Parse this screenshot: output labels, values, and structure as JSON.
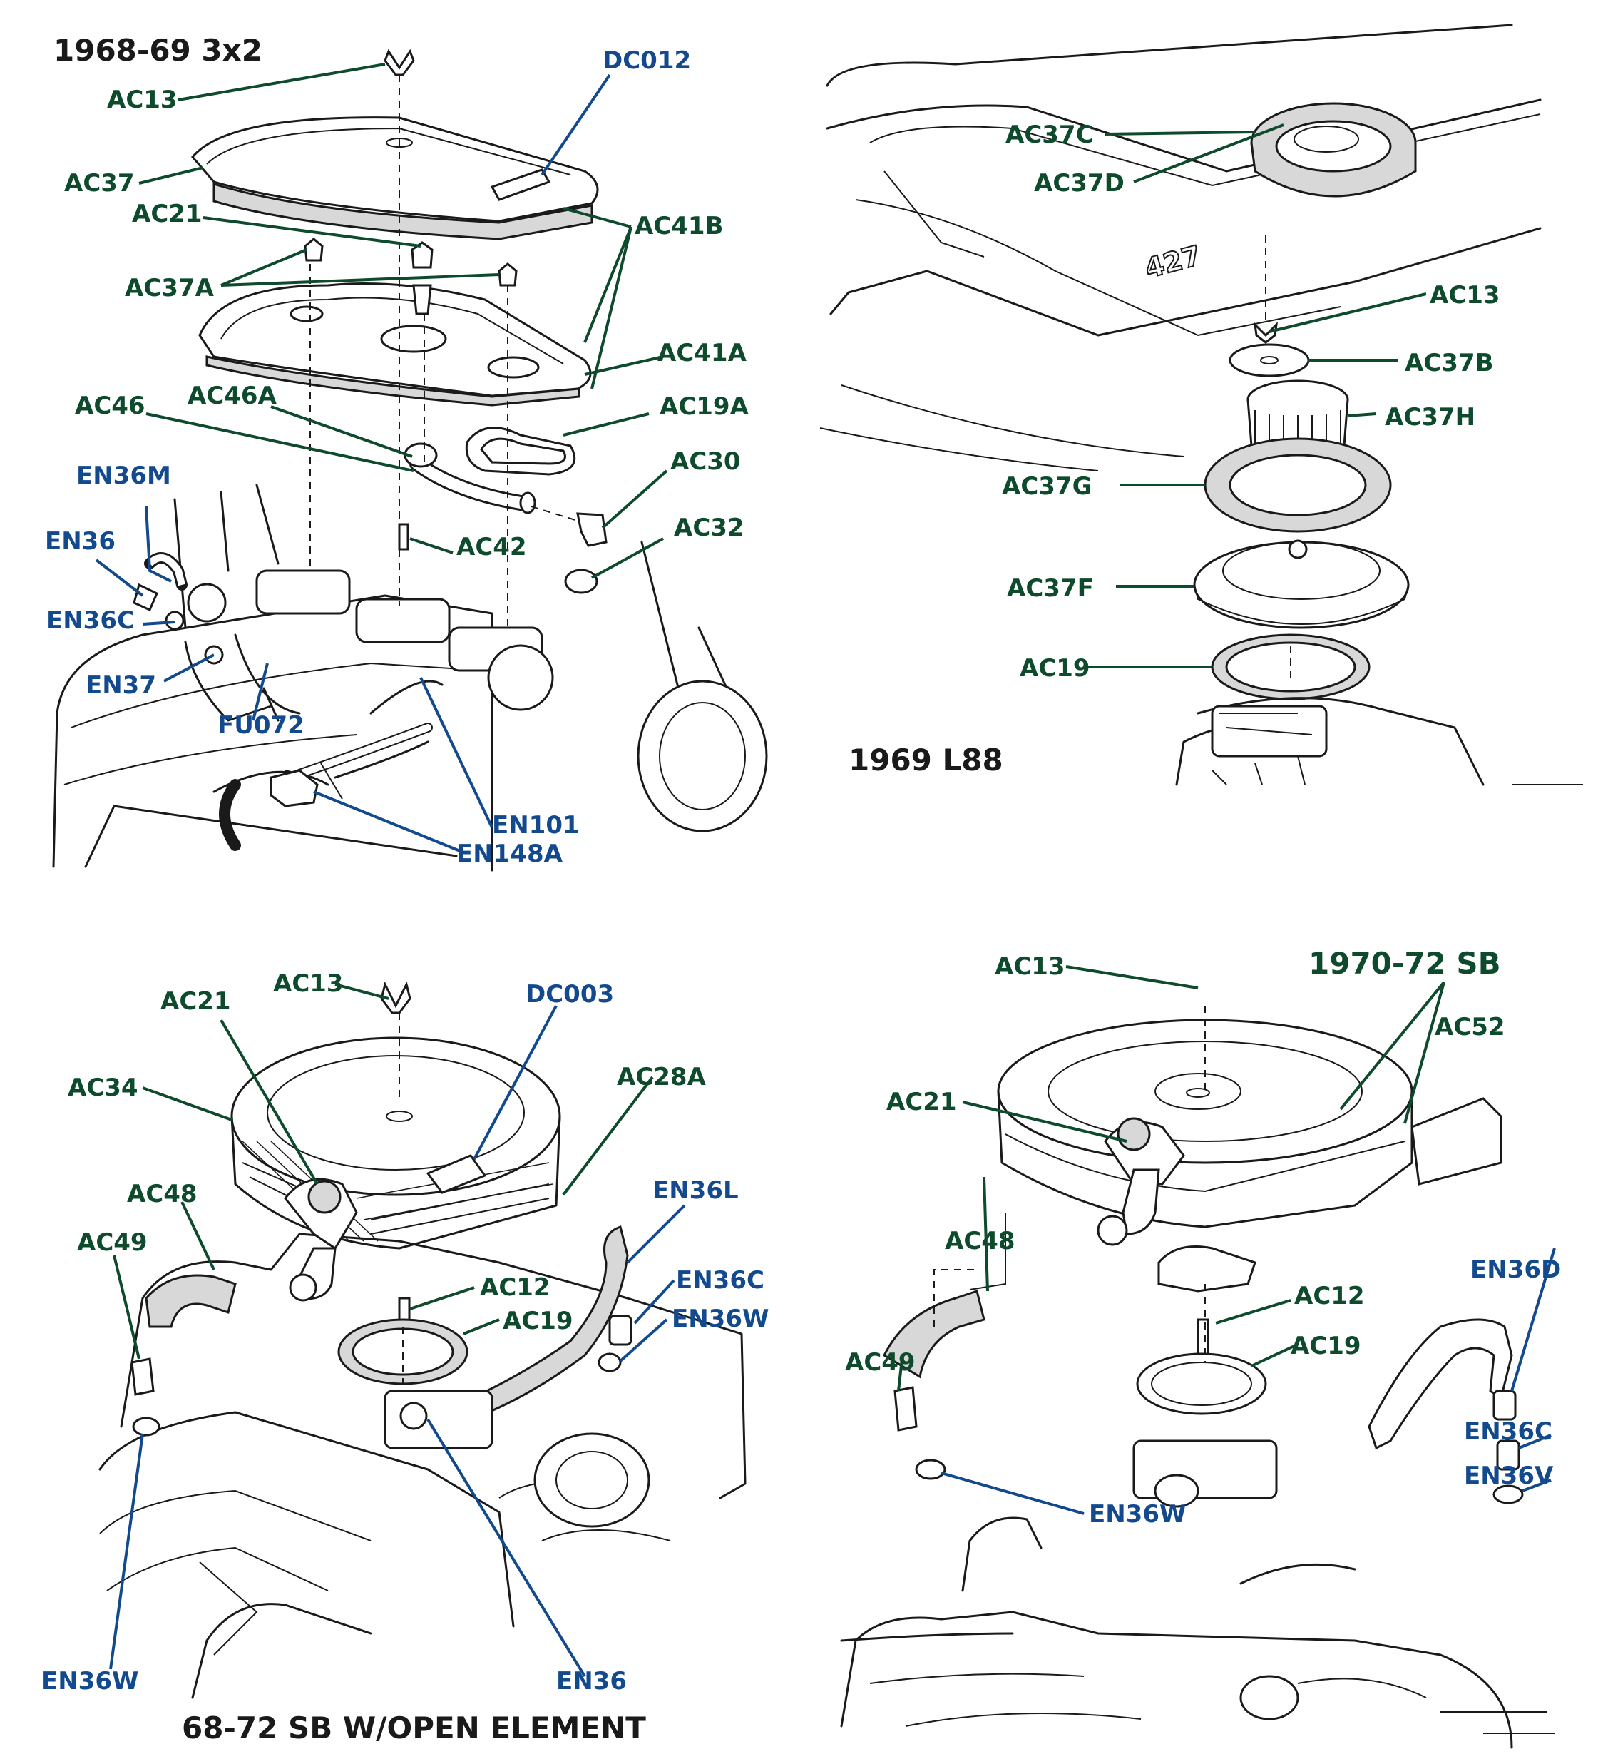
{
  "colors": {
    "part_green": "#0e4a2c",
    "part_blue": "#134a8e",
    "ink": "#1a1a1a"
  },
  "panels": {
    "tl": {
      "title": "1968-69 3x2",
      "labels": {
        "AC13": "AC13",
        "DC012": "DC012",
        "AC37": "AC37",
        "AC21": "AC21",
        "AC41B": "AC41B",
        "AC37A": "AC37A",
        "AC41A": "AC41A",
        "AC46": "AC46",
        "AC46A": "AC46A",
        "AC19A": "AC19A",
        "EN36M": "EN36M",
        "AC30": "AC30",
        "EN36": "EN36",
        "AC42": "AC42",
        "AC32": "AC32",
        "EN36C": "EN36C",
        "EN37": "EN37",
        "FU072": "FU072",
        "EN101": "EN101",
        "EN148A": "EN148A"
      }
    },
    "tr": {
      "title": "1969 L88",
      "labels": {
        "AC37C": "AC37C",
        "AC37D": "AC37D",
        "AC13": "AC13",
        "AC37B": "AC37B",
        "AC37H": "AC37H",
        "AC37G": "AC37G",
        "AC37F": "AC37F",
        "AC19": "AC19"
      },
      "hood_text": "427"
    },
    "bl": {
      "title": "68-72 SB W/OPEN ELEMENT",
      "labels": {
        "AC13": "AC13",
        "AC21": "AC21",
        "DC003": "DC003",
        "AC34": "AC34",
        "AC28A": "AC28A",
        "AC48": "AC48",
        "EN36L": "EN36L",
        "AC49": "AC49",
        "AC12": "AC12",
        "EN36C": "EN36C",
        "AC19": "AC19",
        "EN36W": "EN36W",
        "EN36W_2": "EN36W",
        "EN36": "EN36"
      }
    },
    "br": {
      "title": "1970-72 SB",
      "labels": {
        "AC13": "AC13",
        "AC52": "AC52",
        "AC21": "AC21",
        "AC48": "AC48",
        "EN36D": "EN36D",
        "AC12": "AC12",
        "AC49": "AC49",
        "AC19": "AC19",
        "EN36C": "EN36C",
        "EN36V": "EN36V",
        "EN36W": "EN36W"
      }
    }
  }
}
